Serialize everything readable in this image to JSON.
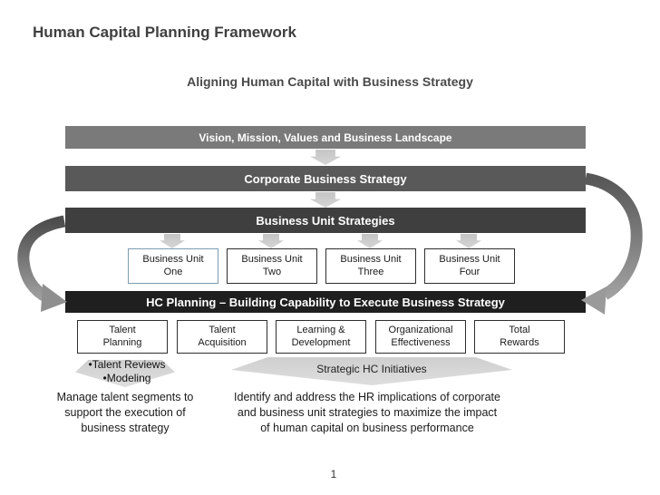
{
  "slide": {
    "title": "Human Capital Planning Framework",
    "subtitle": "Aligning Human Capital with Business Strategy",
    "page_number": "1"
  },
  "flow": {
    "vision_bar": "Vision, Mission, Values and Business Landscape",
    "corporate_bar": "Corporate Business Strategy",
    "bu_strategies_bar": "Business Unit Strategies",
    "hc_planning_bar": "HC Planning – Building Capability to Execute Business Strategy"
  },
  "business_units": [
    {
      "line1": "Business Unit",
      "line2": "One"
    },
    {
      "line1": "Business Unit",
      "line2": "Two"
    },
    {
      "line1": "Business Unit",
      "line2": "Three"
    },
    {
      "line1": "Business Unit",
      "line2": "Four"
    }
  ],
  "hc_functions": [
    {
      "line1": "Talent",
      "line2": "Planning"
    },
    {
      "line1": "Talent",
      "line2": "Acquisition"
    },
    {
      "line1": "Learning &",
      "line2": "Development"
    },
    {
      "line1": "Organizational",
      "line2": "Effectiveness"
    },
    {
      "line1": "Total",
      "line2": "Rewards"
    }
  ],
  "notes": {
    "talent_bullet_1": "•Talent Reviews",
    "talent_bullet_2": "•Modeling",
    "strategic_banner": "Strategic HC Initiatives",
    "left_line1": "Manage talent segments to",
    "left_line2": "support the execution of",
    "left_line3": "business strategy",
    "right_line1": "Identify and address the HR implications of corporate",
    "right_line2": "and business unit strategies to maximize the impact",
    "right_line3": "of human capital on business performance"
  },
  "colors": {
    "vision_bar_bg": "#7a7a7a",
    "corporate_bar_bg": "#595959",
    "bu_strategies_bar_bg": "#3f3f3f",
    "hc_planning_bar_bg": "#1f1f1f",
    "chevron_arrow": "#c9c9c9",
    "banner_bg": "#d8d8d8",
    "box_border": "#2e2e2e",
    "business_unit_one_border": "#7d9cb0",
    "title_text": "#3f3f3f",
    "bar_text": "#ffffff"
  }
}
